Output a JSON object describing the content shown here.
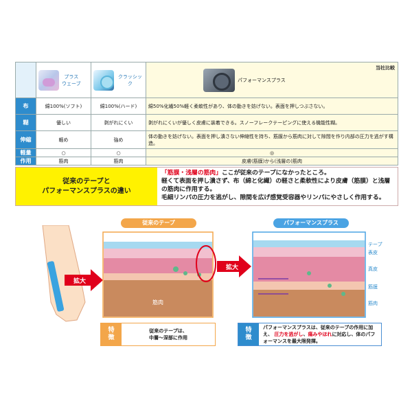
{
  "table": {
    "ratio_note": "当社比較",
    "products": [
      {
        "name": "プラス\nウェーブ"
      },
      {
        "name": "クラッシック"
      },
      {
        "name": "パフォーマンスプラス"
      }
    ],
    "rows": [
      {
        "label": "布",
        "p1": "綿100%(ソフト)",
        "p2": "綿100%(ハード)",
        "p3": "綿50%化繊50%軽く柔軟性があり、体の動きを妨げない。表面を押しつぶさない。"
      },
      {
        "label": "糊",
        "p1": "優しい",
        "p2": "剥がれにくい",
        "p3": "剥がれにくいが優しく皮膚に装着できる。スノーフレークテーピングに使える機能性糊。"
      },
      {
        "label": "伸縮",
        "p1": "軽め",
        "p2": "強め",
        "p3": "体の動きを妨げない。表面を押し潰さない伸縮性を持ち、筋膜から筋肉に対して隙間を作り内部の圧力を逃がす構造。"
      },
      {
        "label": "軽量",
        "p1": "○",
        "p2": "○",
        "p3": "◎"
      },
      {
        "label": "作用",
        "p1": "筋肉",
        "p2": "筋肉",
        "p3": "皮膚(筋膜)から(浅層の)筋肉"
      }
    ]
  },
  "diff": {
    "left_line1": "従来のテープと",
    "left_line2": "パフォーマンスプラスの違い",
    "right_red": "「筋膜・浅層の筋肉」",
    "right_line1_rest": "ここが従来のテープになかったところ。",
    "right_line2": "軽くて表面を押し潰さず、布（綿と化繊）の軽さと柔軟性により皮膚（筋膜）と浅層の筋肉に作用する。",
    "right_line3": "毛細リンパの圧力を逃がし、隙間を広げ感覚受容器やリンパにやさしく作用する。"
  },
  "diagram": {
    "left_title": "従来のテープ",
    "right_title": "パフォーマンスプラス",
    "arrow_label": "拡大",
    "muscle_label": "筋肉",
    "layer_labels": [
      "テープ",
      "表皮",
      "真皮",
      "筋膜",
      "筋肉"
    ]
  },
  "captions": {
    "badge": "特\n徴",
    "left_line1": "従来のテープは、",
    "left_line2": "中層～深部に作用",
    "right_line1": "パフォーマンスプラスは、従来のテープの作用に加え、",
    "right_red1": "圧力を逃がし",
    "right_mid": "、",
    "right_red2": "痛みやほれ",
    "right_line2_rest": "に対応し、体のパフォーマンスを最大限発揮。"
  }
}
